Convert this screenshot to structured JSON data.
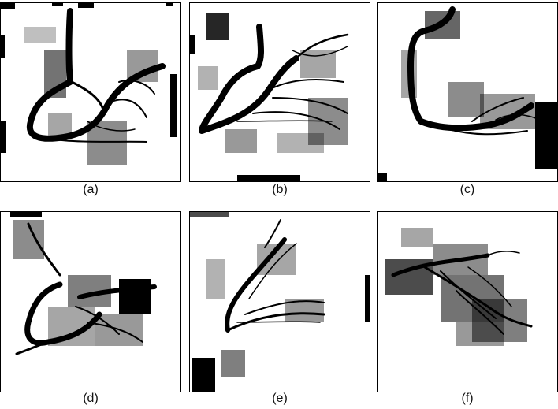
{
  "figure": {
    "panels": [
      {
        "label": "(a)"
      },
      {
        "label": "(b)"
      },
      {
        "label": "(c)"
      },
      {
        "label": "(d)"
      },
      {
        "label": "(e)"
      },
      {
        "label": "(f)"
      }
    ]
  },
  "colors": {
    "foreground": "#000000",
    "background": "#ffffff"
  }
}
